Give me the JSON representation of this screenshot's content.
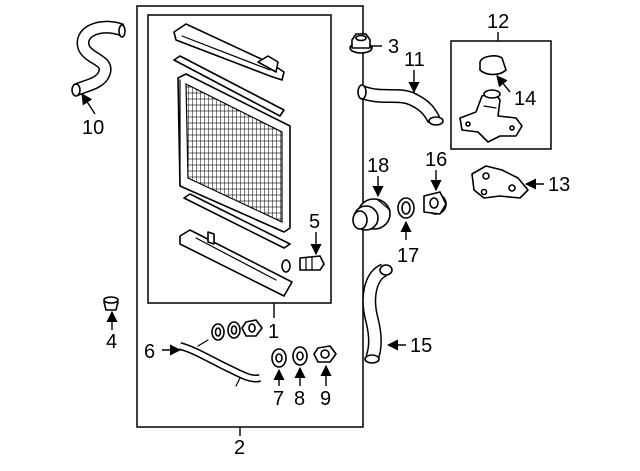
{
  "callouts": [
    {
      "id": "c1",
      "label": "1"
    },
    {
      "id": "c2",
      "label": "2"
    },
    {
      "id": "c3",
      "label": "3"
    },
    {
      "id": "c4",
      "label": "4"
    },
    {
      "id": "c5",
      "label": "5"
    },
    {
      "id": "c6",
      "label": "6"
    },
    {
      "id": "c7",
      "label": "7"
    },
    {
      "id": "c8",
      "label": "8"
    },
    {
      "id": "c9",
      "label": "9"
    },
    {
      "id": "c10",
      "label": "10"
    },
    {
      "id": "c11",
      "label": "11"
    },
    {
      "id": "c12",
      "label": "12"
    },
    {
      "id": "c13",
      "label": "13"
    },
    {
      "id": "c14",
      "label": "14"
    },
    {
      "id": "c15",
      "label": "15"
    },
    {
      "id": "c16",
      "label": "16"
    },
    {
      "id": "c17",
      "label": "17"
    },
    {
      "id": "c18",
      "label": "18"
    }
  ],
  "parts": [
    {
      "id": "radiator-core",
      "part": "1"
    },
    {
      "id": "radiator-assembly",
      "part": "2"
    },
    {
      "id": "radiator-cap",
      "part": "3"
    },
    {
      "id": "clip",
      "part": "4"
    },
    {
      "id": "drain-plug",
      "part": "5"
    },
    {
      "id": "oil-cooler-pipe",
      "part": "6"
    },
    {
      "id": "washer-7",
      "part": "7"
    },
    {
      "id": "washer-8",
      "part": "8"
    },
    {
      "id": "nut-9",
      "part": "9"
    },
    {
      "id": "upper-hose",
      "part": "10"
    },
    {
      "id": "outlet-hose",
      "part": "11"
    },
    {
      "id": "water-outlet-assembly",
      "part": "12"
    },
    {
      "id": "bracket",
      "part": "13"
    },
    {
      "id": "water-outlet",
      "part": "14"
    },
    {
      "id": "lower-hose",
      "part": "15"
    },
    {
      "id": "thermostat",
      "part": "16"
    },
    {
      "id": "gasket",
      "part": "17"
    },
    {
      "id": "thermostat-housing",
      "part": "18"
    }
  ]
}
